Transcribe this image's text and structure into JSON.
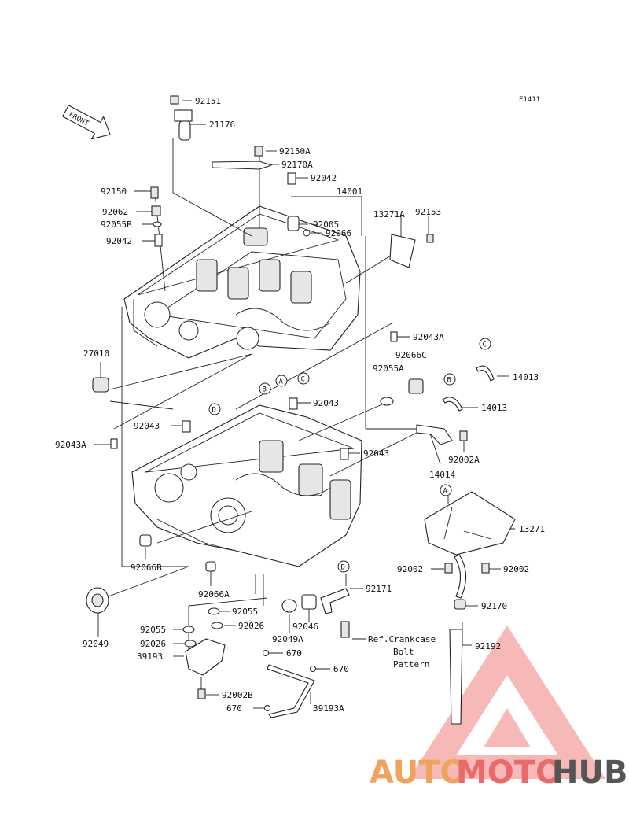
{
  "diagram": {
    "code": "E1411",
    "front_label": "FRONT",
    "labels": [
      {
        "id": "l-92151",
        "text": "92151"
      },
      {
        "id": "l-21176",
        "text": "21176"
      },
      {
        "id": "l-92150A",
        "text": "92150A"
      },
      {
        "id": "l-92170A",
        "text": "92170A"
      },
      {
        "id": "l-92042a",
        "text": "92042"
      },
      {
        "id": "l-14001",
        "text": "14001"
      },
      {
        "id": "l-92150",
        "text": "92150"
      },
      {
        "id": "l-92062",
        "text": "92062"
      },
      {
        "id": "l-92055B",
        "text": "92055B"
      },
      {
        "id": "l-92042b",
        "text": "92042"
      },
      {
        "id": "l-13271A",
        "text": "13271A"
      },
      {
        "id": "l-92153",
        "text": "92153"
      },
      {
        "id": "l-92005",
        "text": "92005"
      },
      {
        "id": "l-92066",
        "text": "92066"
      },
      {
        "id": "l-92043A-r",
        "text": "92043A"
      },
      {
        "id": "l-92066C",
        "text": "92066C"
      },
      {
        "id": "l-92055A",
        "text": "92055A"
      },
      {
        "id": "l-27010",
        "text": "27010"
      },
      {
        "id": "l-14013a",
        "text": "14013"
      },
      {
        "id": "l-14013b",
        "text": "14013"
      },
      {
        "id": "l-92043-top",
        "text": "92043"
      },
      {
        "id": "l-92043-left",
        "text": "92043"
      },
      {
        "id": "l-92043A-l",
        "text": "92043A"
      },
      {
        "id": "l-92043-mid",
        "text": "92043"
      },
      {
        "id": "l-92002A",
        "text": "92002A"
      },
      {
        "id": "l-14014",
        "text": "14014"
      },
      {
        "id": "l-13271",
        "text": "13271"
      },
      {
        "id": "l-92066B",
        "text": "92066B"
      },
      {
        "id": "l-92002-l",
        "text": "92002"
      },
      {
        "id": "l-92002-r",
        "text": "92002"
      },
      {
        "id": "l-92066A",
        "text": "92066A"
      },
      {
        "id": "l-92171",
        "text": "92171"
      },
      {
        "id": "l-92049",
        "text": "92049"
      },
      {
        "id": "l-92170",
        "text": "92170"
      },
      {
        "id": "l-92055",
        "text": "92055"
      },
      {
        "id": "l-92026-r",
        "text": "92026"
      },
      {
        "id": "l-92046",
        "text": "92046"
      },
      {
        "id": "l-92055-l",
        "text": "92055"
      },
      {
        "id": "l-92049A",
        "text": "92049A"
      },
      {
        "id": "l-92026-l",
        "text": "92026"
      },
      {
        "id": "l-39193",
        "text": "39193"
      },
      {
        "id": "l-670a",
        "text": "670"
      },
      {
        "id": "l-670b",
        "text": "670"
      },
      {
        "id": "l-92002B",
        "text": "92002B"
      },
      {
        "id": "l-670c",
        "text": "670"
      },
      {
        "id": "l-39193A",
        "text": "39193A"
      },
      {
        "id": "l-92192",
        "text": "92192"
      },
      {
        "id": "l-ref1",
        "text": "Ref.Crankcase"
      },
      {
        "id": "l-ref2",
        "text": "Bolt"
      },
      {
        "id": "l-ref3",
        "text": "Pattern"
      }
    ],
    "callouts": {
      "a1": "A",
      "b1": "B",
      "c1": "C",
      "c2": "C",
      "b2": "B",
      "d1": "D",
      "a2": "A",
      "d2": "D"
    },
    "watermark": {
      "part1": "AUTO",
      "part2": "MOTO",
      "part3": "HUB",
      "color_orange": "#f0a35c",
      "color_red": "#e86a6a",
      "color_gray": "#555555"
    }
  }
}
